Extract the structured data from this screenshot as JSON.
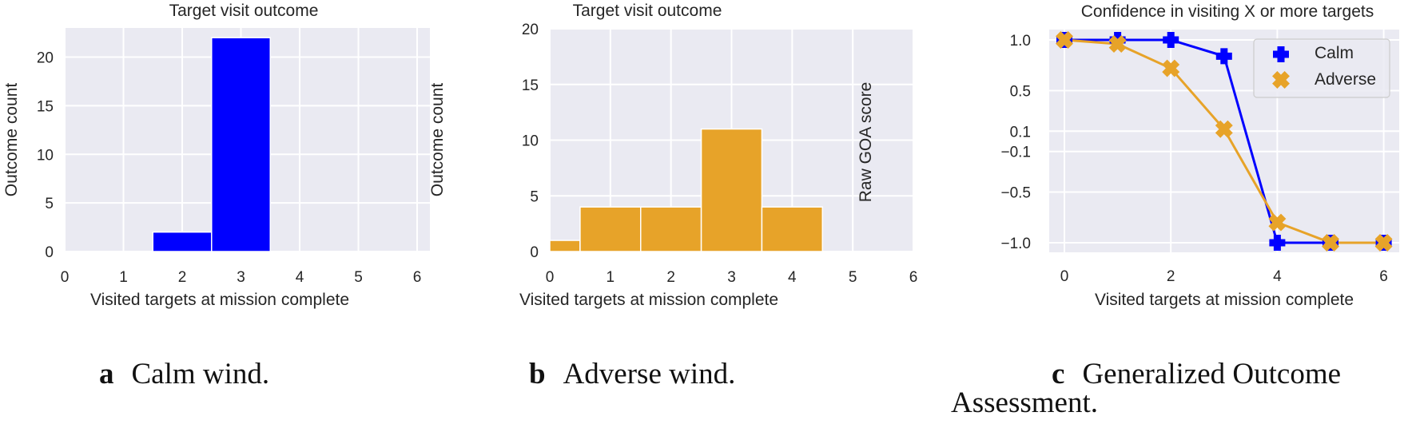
{
  "figure": {
    "captions": [
      {
        "letter": "a",
        "text": "Calm wind."
      },
      {
        "letter": "b",
        "text": "Adverse wind."
      },
      {
        "letter": "c",
        "text": "Generalized Outcome",
        "text2": "Assessment."
      }
    ]
  },
  "colors": {
    "calm": "#0000ff",
    "adverse": "#e7a329",
    "plot_bg": "#eaeaf2",
    "grid": "#ffffff",
    "text": "#262626"
  },
  "chart_data": [
    {
      "type": "bar",
      "title": "Target visit outcome",
      "xlabel": "Visited targets at mission complete",
      "ylabel": "Outcome count",
      "categories": [
        0,
        1,
        2,
        3,
        4,
        5,
        6
      ],
      "values": [
        0,
        0,
        2,
        22,
        0,
        0,
        0
      ],
      "color": "#0000ff",
      "xlim": [
        0,
        6
      ],
      "ylim": [
        0,
        23
      ],
      "xticks": [
        "0",
        "1",
        "2",
        "3",
        "4",
        "5",
        "6"
      ],
      "yticks": [
        "0",
        "5",
        "10",
        "15",
        "20"
      ],
      "grid": true,
      "caption": "a Calm wind."
    },
    {
      "type": "bar",
      "title": "Target visit outcome",
      "xlabel": "Visited targets at mission complete",
      "ylabel": "Outcome count",
      "categories": [
        0,
        1,
        2,
        3,
        4,
        5,
        6
      ],
      "values": [
        1,
        4,
        4,
        11,
        4,
        0,
        0
      ],
      "color": "#e7a329",
      "xlim": [
        0,
        6
      ],
      "ylim": [
        0,
        20
      ],
      "xticks": [
        "0",
        "1",
        "2",
        "3",
        "4",
        "5",
        "6"
      ],
      "yticks": [
        "0",
        "5",
        "10",
        "15",
        "20"
      ],
      "grid": true,
      "caption": "b Adverse wind."
    },
    {
      "type": "line",
      "title": "Confidence in visiting X or more targets",
      "xlabel": "Visited targets at mission complete",
      "ylabel": "Raw GOA score",
      "x": [
        0,
        1,
        2,
        3,
        4,
        5,
        6
      ],
      "series": [
        {
          "name": "Calm",
          "marker": "plus-filled",
          "color": "#0000ff",
          "values": [
            1.0,
            1.0,
            1.0,
            0.84,
            -1.0,
            -1.0,
            -1.0
          ]
        },
        {
          "name": "Adverse",
          "marker": "x-filled",
          "color": "#e7a329",
          "values": [
            1.0,
            0.96,
            0.72,
            0.12,
            -0.8,
            -1.0,
            -1.0
          ]
        }
      ],
      "xlim": [
        -0.3,
        6.3
      ],
      "ylim": [
        -1.1,
        1.1
      ],
      "xticks": [
        "0",
        "2",
        "4",
        "6"
      ],
      "yticks": [
        "1.0",
        "0.5",
        "0.1",
        "−0.1",
        "−0.5",
        "−1.0"
      ],
      "ytick_values": [
        1.0,
        0.5,
        0.1,
        -0.1,
        -0.5,
        -1.0
      ],
      "legend_position": "upper right",
      "grid": true,
      "caption": "c Generalized Outcome Assessment."
    }
  ]
}
